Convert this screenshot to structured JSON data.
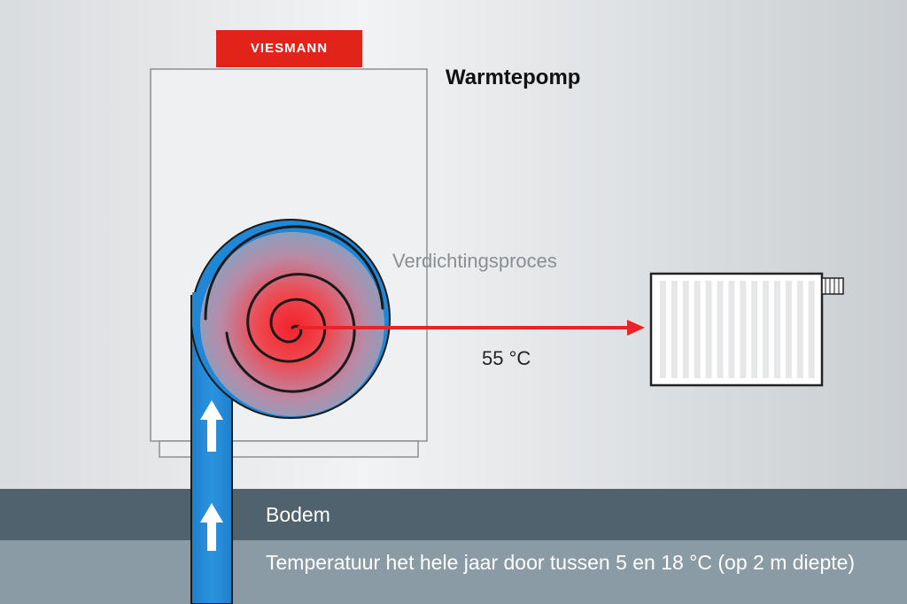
{
  "brand": {
    "name": "VIESMANN",
    "color": "#e2231a"
  },
  "title": "Warmtepomp",
  "process_label": "Verdichtingsproces",
  "output_temperature": "55 °C",
  "ground": {
    "label": "Bodem",
    "temperature_note": "Temperatuur het hele jaar door tussen 5 en 18 °C (op 2 m diepte)"
  },
  "colors": {
    "pipe_blue": "#1e88d6",
    "heat_red": "#e8232a",
    "ground_dark": "#4f626e",
    "ground_light": "#8a9ba5"
  },
  "icons": [
    "up-arrow-icon",
    "radiator-icon",
    "spiral-icon"
  ]
}
